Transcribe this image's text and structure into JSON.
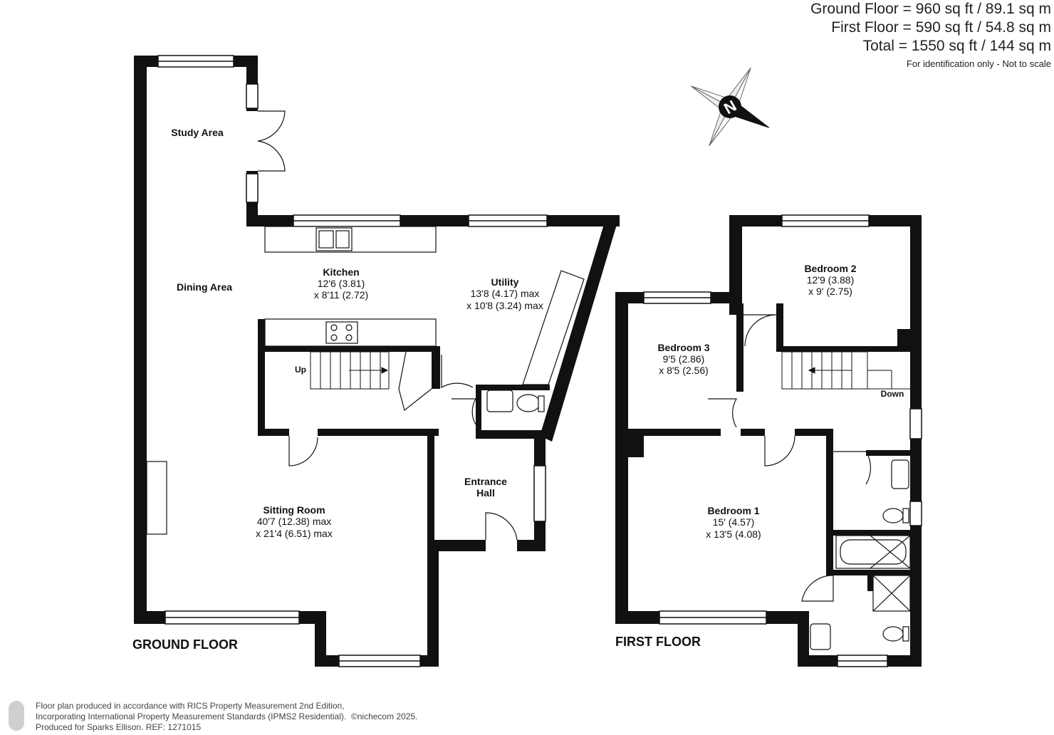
{
  "areas": {
    "ground": "Ground Floor = 960 sq ft / 89.1 sq m",
    "first": "First Floor = 590 sq ft / 54.8 sq m",
    "total": "Total = 1550 sq ft / 144 sq m",
    "note": "For identification only - Not to scale"
  },
  "compass": {
    "letter": "N"
  },
  "ground_floor": {
    "title": "GROUND FLOOR",
    "study": "Study Area",
    "dining": "Dining Area",
    "kitchen": {
      "name": "Kitchen",
      "dim1": "12'6 (3.81)",
      "dim2": "x 8'11 (2.72)"
    },
    "utility": {
      "name": "Utility",
      "dim1": "13'8 (4.17) max",
      "dim2": "x 10'8 (3.24) max"
    },
    "up": "Up",
    "entrance": {
      "line1": "Entrance",
      "line2": "Hall"
    },
    "sitting": {
      "name": "Sitting Room",
      "dim1": "40'7 (12.38) max",
      "dim2": "x 21'4 (6.51) max"
    }
  },
  "first_floor": {
    "title": "FIRST FLOOR",
    "bedroom2": {
      "name": "Bedroom 2",
      "dim1": "12'9 (3.88)",
      "dim2": "x 9' (2.75)"
    },
    "bedroom3": {
      "name": "Bedroom 3",
      "dim1": "9'5 (2.86)",
      "dim2": "x 8'5 (2.56)"
    },
    "down": "Down",
    "bedroom1": {
      "name": "Bedroom 1",
      "dim1": "15' (4.57)",
      "dim2": "x 13'5 (4.08)"
    }
  },
  "footer": {
    "line1": "Floor plan produced in accordance with RICS Property Measurement 2nd Edition,",
    "line2": "Incorporating International Property Measurement Standards (IPMS2 Residential).",
    "copyright": "©nichecom 2025.",
    "line3": "Produced for Sparks Ellison.   REF: 1271015"
  }
}
